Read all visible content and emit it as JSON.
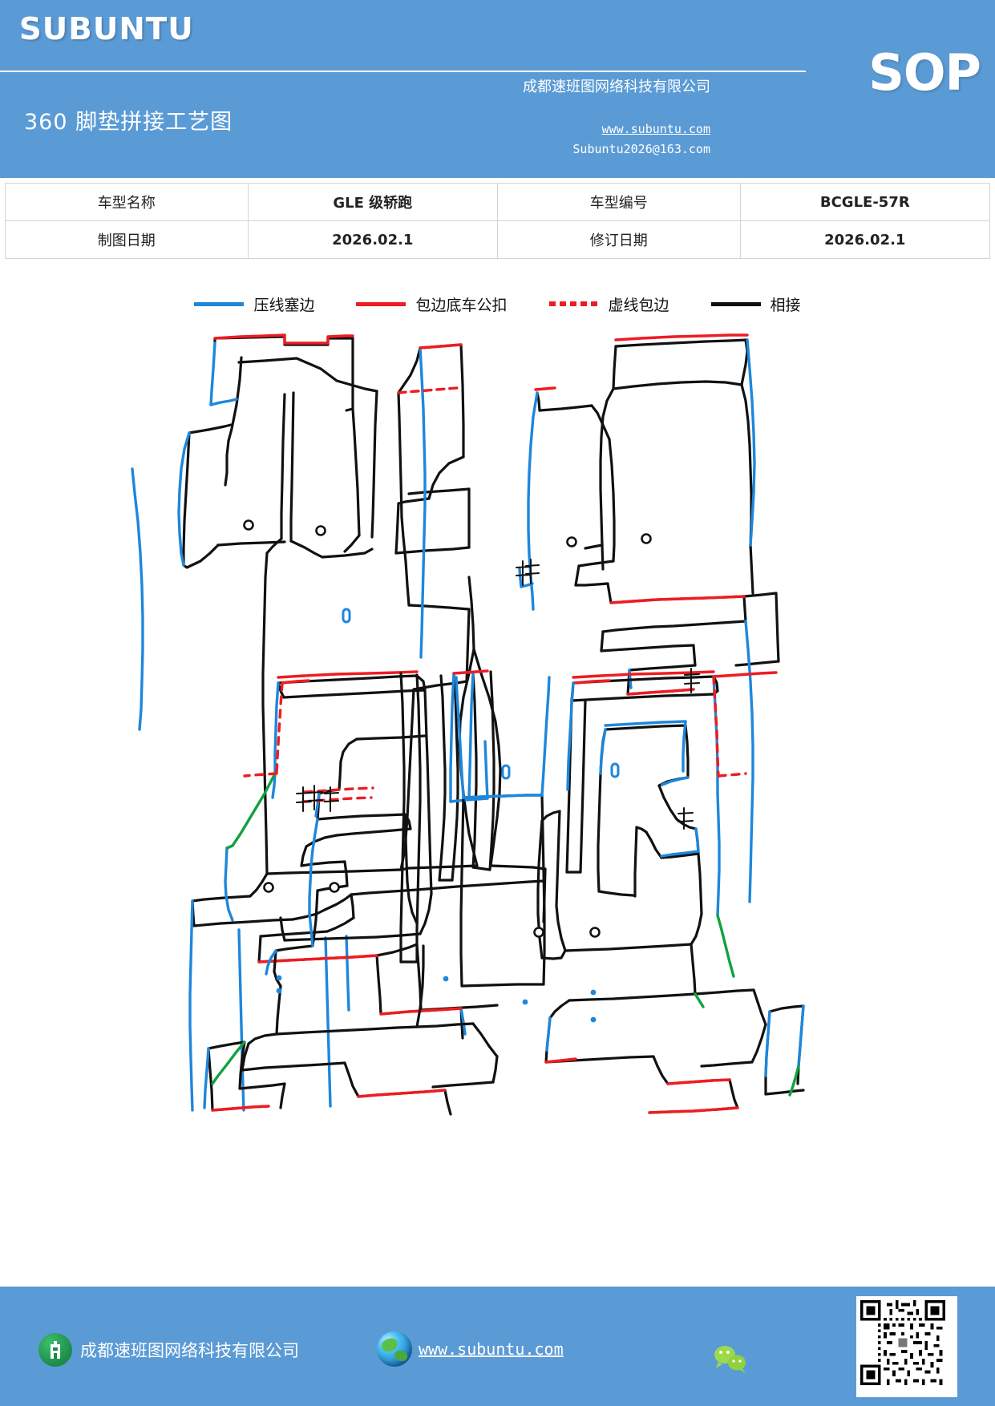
{
  "header": {
    "brand": "SUBUNTU",
    "doc_title": "360 脚垫拼接工艺图",
    "badge": "SOP",
    "company": "成都速班图网络科技有限公司",
    "url": "www.subuntu.com",
    "email": "Subuntu2026@163.com",
    "bg_color": "#5B9BD5"
  },
  "info_table": {
    "rows": [
      {
        "label1": "车型名称",
        "value1": "GLE 级轿跑",
        "label2": "车型编号",
        "value2": "BCGLE-57R"
      },
      {
        "label1": "制图日期",
        "value1": "2026.02.1",
        "label2": "修订日期",
        "value2": "2026.02.1"
      }
    ]
  },
  "legend": {
    "items": [
      {
        "label": "压线塞边",
        "style": "solid",
        "color": "#1E87DC"
      },
      {
        "label": "包边底车公扣",
        "style": "solid",
        "color": "#EE1C22"
      },
      {
        "label": "虚线包边",
        "style": "dotted",
        "color": "#EE1C22"
      },
      {
        "label": "相接",
        "style": "solid",
        "color": "#111111"
      }
    ]
  },
  "drawing": {
    "description": "360 脚垫拼接工艺图 — 汽车脚垫裁片拼接轮廓图",
    "line_colors": {
      "black_joint": "#111111",
      "blue_edge": "#1E87DC",
      "red_buckle": "#EE1C22",
      "green_edge": "#12A13F"
    }
  },
  "footer": {
    "company": "成都速班图网络科技有限公司",
    "url": "www.subuntu.com",
    "bg_color": "#5B9BD5"
  }
}
